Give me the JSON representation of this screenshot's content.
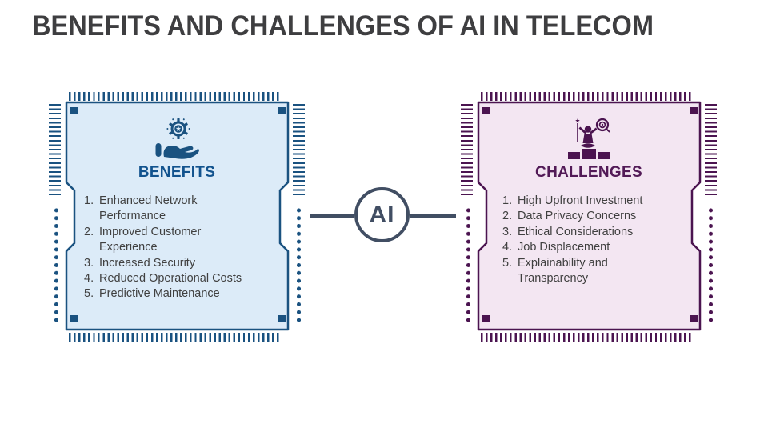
{
  "slide": {
    "title": "BENEFITS AND CHALLENGES OF AI IN TELECOM"
  },
  "hub": {
    "label": "AI"
  },
  "panels": [
    {
      "id": "benefits",
      "title": "BENEFITS",
      "icon": "hand-holding-gear-icon",
      "items": [
        {
          "num": "1.",
          "text": "Enhanced Network\nPerformance"
        },
        {
          "num": "2.",
          "text": "Improved Customer\nExperience"
        },
        {
          "num": "3.",
          "text": "Increased Security"
        },
        {
          "num": "4.",
          "text": "Reduced Operational Costs"
        },
        {
          "num": "5.",
          "text": "Predictive Maintenance"
        }
      ]
    },
    {
      "id": "challenges",
      "title": "CHALLENGES",
      "icon": "person-flag-target-icon",
      "items": [
        {
          "num": "1.",
          "text": "High Upfront Investment"
        },
        {
          "num": "2.",
          "text": "Data Privacy Concerns"
        },
        {
          "num": "3.",
          "text": "Ethical Considerations"
        },
        {
          "num": "4.",
          "text": "Job Displacement"
        },
        {
          "num": "5.",
          "text": "Explainability and\nTransparency"
        }
      ]
    }
  ],
  "colors": {
    "benefits_accent": "#1a5280",
    "benefits_fill": "#dcebf8",
    "benefits_title": "#12538e",
    "challenges_accent": "#4b1450",
    "challenges_fill": "#f3e6f2",
    "challenges_title": "#521a57",
    "connector": "#414e63",
    "body_text": "#404040",
    "slide_title_text": "#3e3e40"
  }
}
